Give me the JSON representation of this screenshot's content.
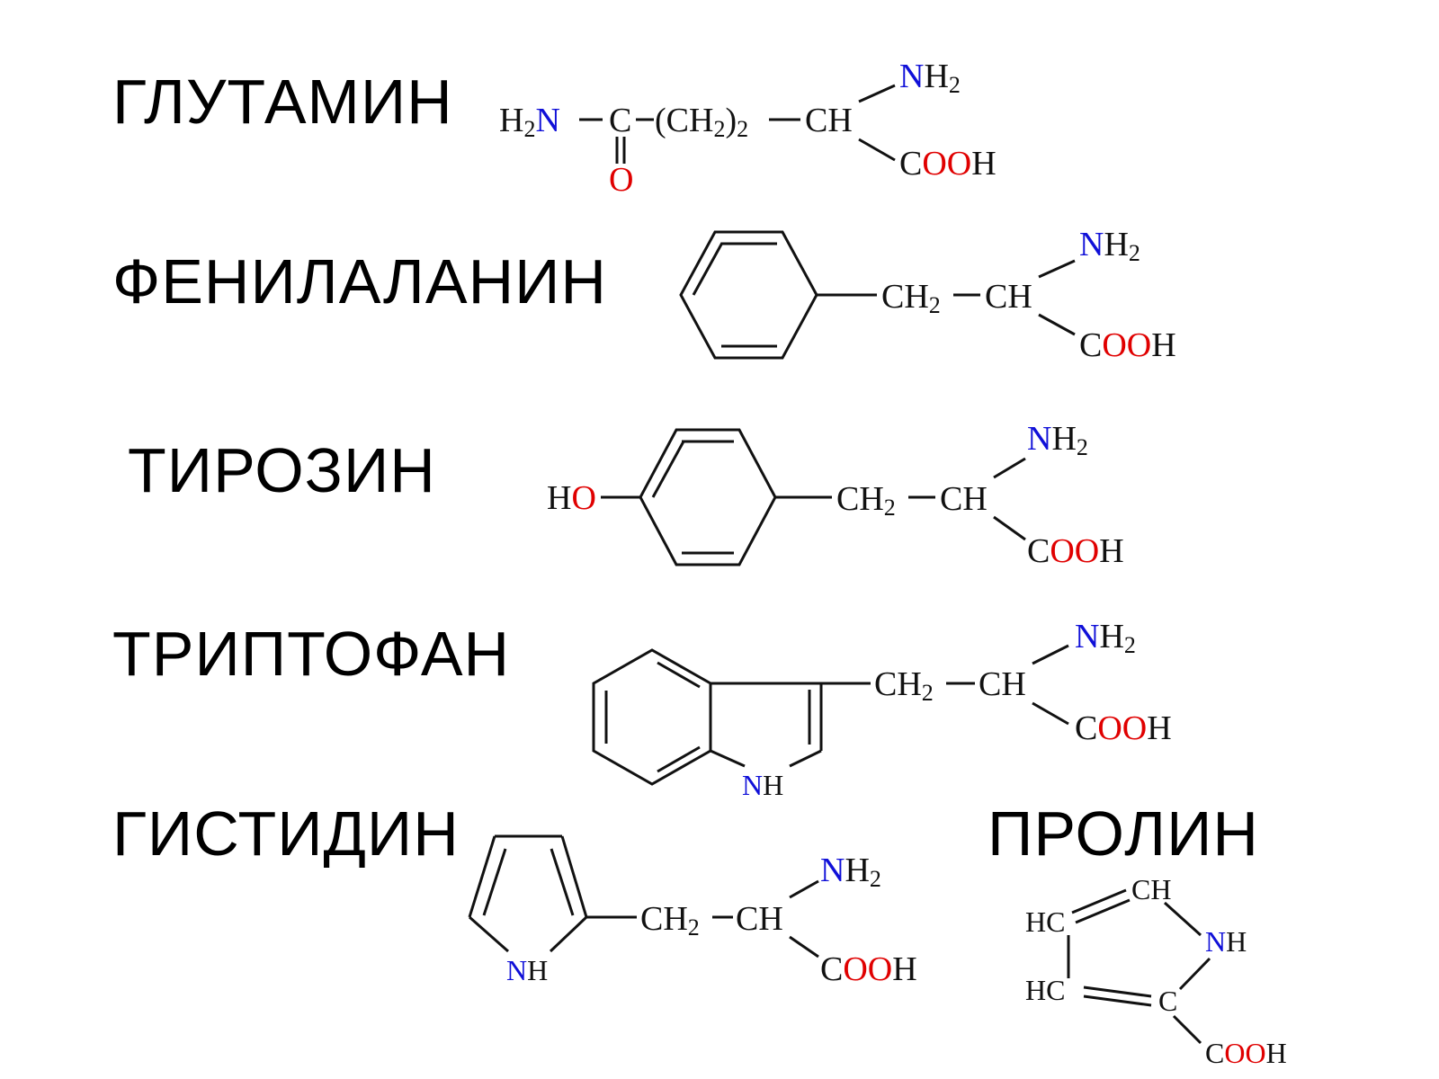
{
  "names": {
    "glutamine": "ГЛУТАМИН",
    "phenylalanine": "ФЕНИЛАЛАНИН",
    "tyrosine": "ТИРОЗИН",
    "tryptophan": "ТРИПТОФАН",
    "histidine": "ГИСТИДИН",
    "proline": "ПРОЛИН"
  },
  "atoms": {
    "H": "H",
    "H2": "2",
    "N": "N",
    "C": "C",
    "CH": "CH",
    "HC": "HC",
    "O": "O",
    "HO_H": "H",
    "HO_O": "O",
    "NH": "NH",
    "NH_N": "N",
    "NH_H": "H",
    "CH2": "CH",
    "CH2_sub": "2",
    "paren_open": "(CH",
    "paren_close": ")",
    "paren_sub": "2",
    "paren_count": "2",
    "COOH_C": "C",
    "COOH_OO": "OO",
    "COOH_H": "H"
  },
  "colors": {
    "nitrogen": "#1010d8",
    "oxygen": "#e00000",
    "carbon": "#111111"
  }
}
